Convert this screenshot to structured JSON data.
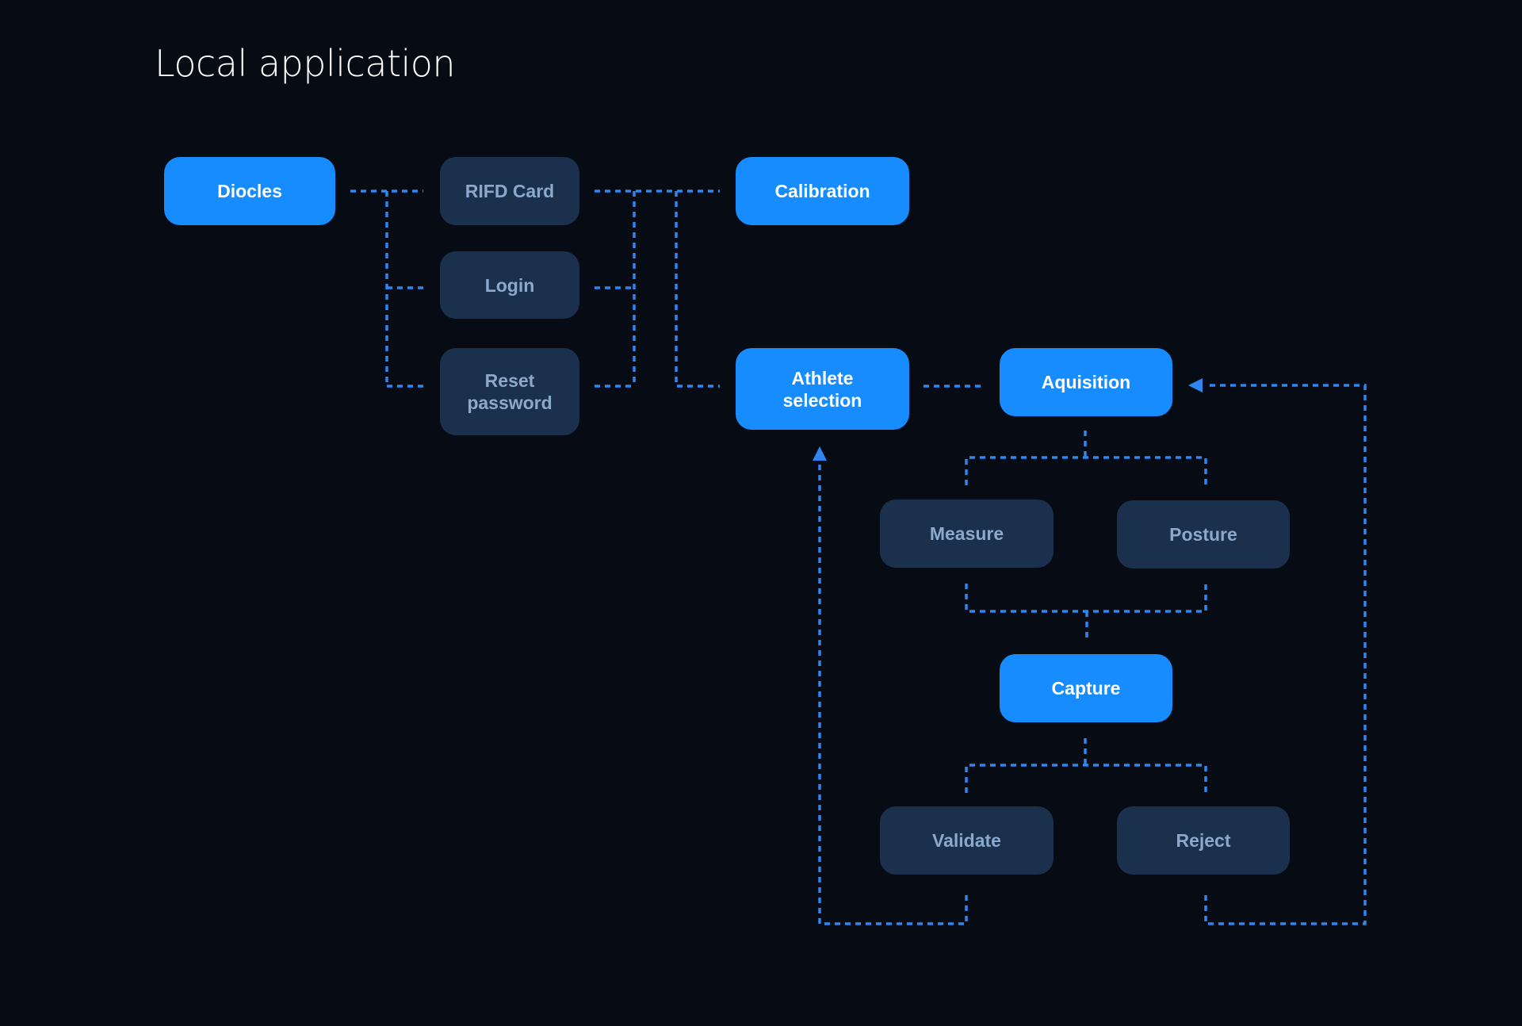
{
  "title": "Local application",
  "colors": {
    "background": "#060b14",
    "primary_node": "#168cff",
    "secondary_node": "#1b304d",
    "secondary_text": "#8ba9cc",
    "connector": "#2f86f0"
  },
  "nodes": {
    "diocles": "Diocles",
    "rifd_card": "RIFD Card",
    "login": "Login",
    "reset_password": [
      "Reset",
      "password"
    ],
    "calibration": "Calibration",
    "athlete_selection": [
      "Athlete",
      "selection"
    ],
    "aquisition": "Aquisition",
    "measure": "Measure",
    "posture": "Posture",
    "capture": "Capture",
    "validate": "Validate",
    "reject": "Reject"
  }
}
